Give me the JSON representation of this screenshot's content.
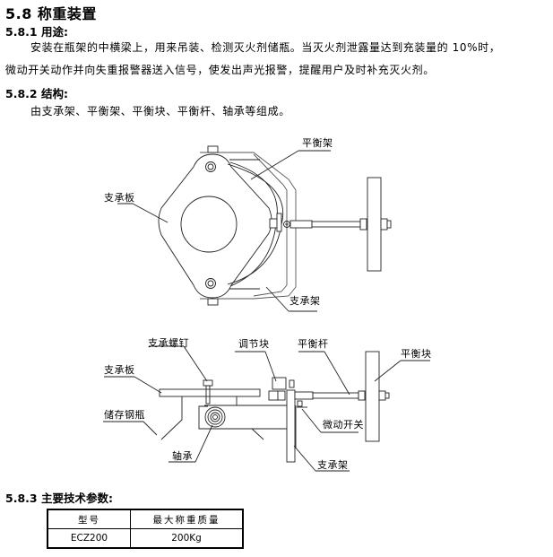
{
  "section": {
    "title": "5.8 称重装置",
    "usage": {
      "heading": "5.8.1 用途:",
      "lines": [
        "安装在瓶架的中横梁上，用来吊装、检测灭火剂储瓶。当灭火剂泄露量达到充装量的 10%时，",
        "微动开关动作并向失重报警器送入信号，使发出声光报警，提醒用户及时补充灭火剂。"
      ]
    },
    "structure": {
      "heading": "5.8.2 结构:",
      "text": "由支承架、平衡架、平衡块、平衡杆、轴承等组成。"
    },
    "specs": {
      "heading": "5.8.3 主要技术参数:",
      "columns": [
        "型号",
        "最大称重质量"
      ],
      "rows": [
        [
          "ECZ200",
          "200Kg"
        ]
      ]
    }
  },
  "figure_front": {
    "labels": {
      "support_plate": "支承板",
      "balance_frame": "平衡架",
      "support_frame": "支承架"
    }
  },
  "figure_side": {
    "labels": {
      "support_screw": "支承螺钉",
      "adjust_block": "调节块",
      "balance_rod": "平衡杆",
      "balance_block": "平衡块",
      "support_plate": "支承板",
      "storage_cylinder": "储存钢瓶",
      "micro_switch": "微动开关",
      "bearing": "轴承",
      "support_frame": "支承架"
    }
  }
}
